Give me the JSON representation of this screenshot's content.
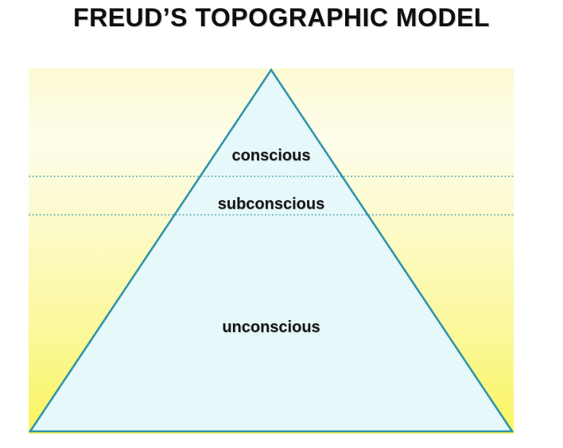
{
  "title": "FREUD’S TOPOGRAPHIC MODEL",
  "diagram": {
    "layers": [
      {
        "label": "conscious"
      },
      {
        "label": "subconscious"
      },
      {
        "label": "unconscious"
      }
    ]
  },
  "colors": {
    "background": "#FFFFFF",
    "title_text": "#0F0F0F",
    "label_text": "#161616",
    "panel_top": "#FCFAD4",
    "panel_upper": "#FEFDEA",
    "panel_mid": "#FCFACA",
    "panel_lower": "#FBF89B",
    "panel_bottom": "#F9F55F",
    "triangle_fill": "#E7F8FB",
    "triangle_stroke": "#3195AB",
    "dotted_line": "#58ACB4"
  }
}
